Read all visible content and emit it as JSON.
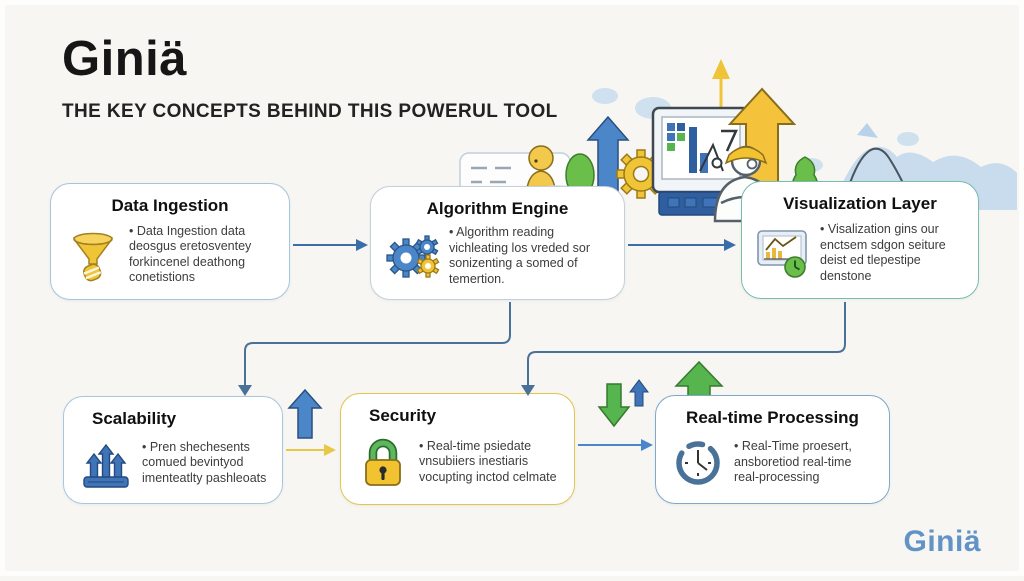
{
  "header": {
    "title": "Giniä",
    "subtitle": "THE KEY CONCEPTS BEHIND THIS POWERUL TOOL"
  },
  "footer_logo": {
    "text": "Giniä",
    "color": "#6193c6"
  },
  "cards": [
    {
      "title": "Data Ingestion",
      "body": "• Data Ingestion data deosgus eretosventey forkincenel deathong conetistions",
      "icon": "funnel-icon",
      "border_color": "#a7c4de"
    },
    {
      "title": "Algorithm Engine",
      "body": "• Algorithm reading vichleating los vreded sor sonizenting a somed of temertion.",
      "icon": "gears-icon",
      "border_color": "#c3cfd9"
    },
    {
      "title": "Visualization Layer",
      "body": "• Visalization gins our enctsem sdgon seiture deist ed tlepestipe denstone",
      "icon": "chart-monitor-clock-icon",
      "border_color": "#79bcae"
    },
    {
      "title": "Scalability",
      "body": "• Pren shechesents comued bevintyod imenteatlty pashleoats",
      "icon": "triple-up-arrows-icon",
      "border_color": "#a9c6e0"
    },
    {
      "title": "Security",
      "body": "• Real-time psiedate vnsubiiers inestiaris vocupting inctod celmate",
      "icon": "padlock-icon",
      "border_color": "#e3c44c"
    },
    {
      "title": "Real-time Processing",
      "body": "• Real-Time proesert, ansboretiod real-time real-processing",
      "icon": "clock-icon",
      "border_color": "#7fa8cc"
    }
  ],
  "colors": {
    "connector_blue": "#4a7299",
    "arrow_blue": "#4a86c8",
    "arrow_green": "#56b54e",
    "arrow_yellow": "#e8c84a",
    "accent_yellow": "#f0c437"
  }
}
